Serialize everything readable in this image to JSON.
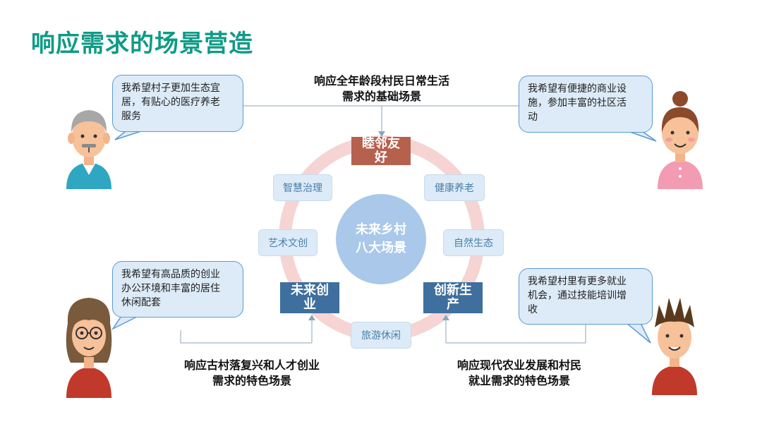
{
  "title": "响应需求的场景营造",
  "top_heading": [
    "响应全年龄段村民日常生活",
    "需求的基础场景"
  ],
  "left_heading": [
    "响应古村落复兴和人才创业",
    "需求的特色场景"
  ],
  "right_heading": [
    "响应现代农业发展和村民",
    "就业需求的特色场景"
  ],
  "bubbles": {
    "elder_man": [
      "我希望村子更加生态宜",
      "居，有贴心的医疗养老",
      "服务"
    ],
    "young_woman": [
      "我希望有便捷的商业设",
      "施，参加丰富的社区活",
      "动"
    ],
    "woman_glasses": [
      "我希望有高品质的创业",
      "办公环境和丰富的居住",
      "休闲配套"
    ],
    "young_man": [
      "我希望村里有更多就业",
      "机会，通过技能培训增",
      "收"
    ]
  },
  "center": [
    "未来乡村",
    "八大场景"
  ],
  "major_nodes": {
    "top": [
      "睦邻友",
      "好"
    ],
    "left": [
      "未来创",
      "业"
    ],
    "right": [
      "创新生",
      "产"
    ]
  },
  "minor_nodes": {
    "zhihui": "智慧治理",
    "jiankang": "健康养老",
    "yishu": "艺术文创",
    "ziran": "自然生态",
    "lvyou": "旅游休闲"
  },
  "colors": {
    "title": "#0f9b86",
    "ring": "#f6d4d4",
    "center": "#a9c8ea",
    "top_node": "#b6604e",
    "bottom_nodes": "#3e6f9e",
    "bubble_fill": "#dcebf7",
    "bubble_border": "#5b9bd5"
  }
}
